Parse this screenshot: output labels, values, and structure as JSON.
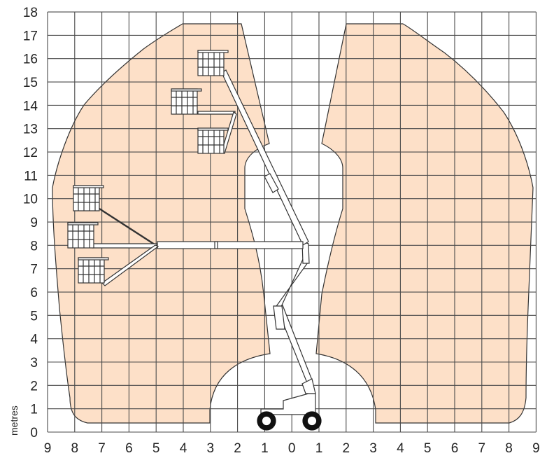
{
  "diagram": {
    "kind": "aerial work platform working envelope",
    "unit_label": "metres",
    "x_ticks": [
      "9",
      "8",
      "7",
      "6",
      "5",
      "4",
      "3",
      "2",
      "1",
      "0",
      "1",
      "2",
      "3",
      "4",
      "5",
      "6",
      "7",
      "8",
      "9"
    ],
    "y_ticks": [
      "0",
      "1",
      "2",
      "3",
      "4",
      "5",
      "6",
      "7",
      "8",
      "9",
      "10",
      "11",
      "12",
      "13",
      "14",
      "15",
      "16",
      "17",
      "18"
    ],
    "envelope_color": "#fde0c8",
    "grid_color": "#4a4a4a",
    "machine_color": "#ffffff"
  }
}
